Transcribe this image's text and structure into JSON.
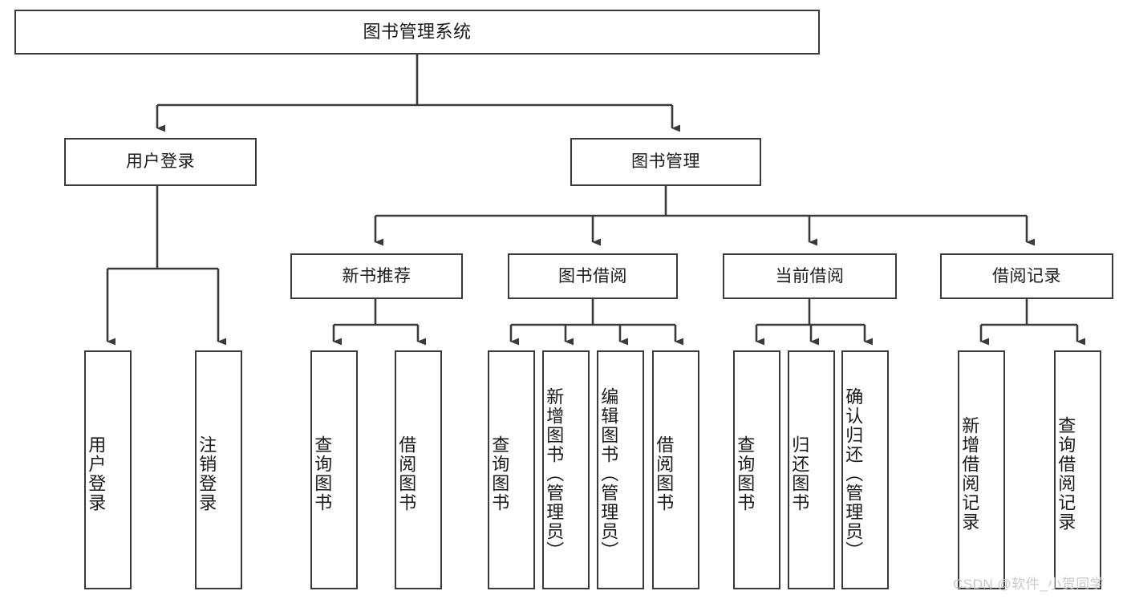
{
  "diagram": {
    "title": "图书管理系统",
    "type": "功能结构图",
    "watermark": "CSDN @软件_小贺同学",
    "colors": {
      "box_border": "#3a3a3a",
      "line": "#3a3a3a",
      "background": "#ffffff",
      "text": "#1a1a1a",
      "watermark": "#c9c9c9"
    },
    "levels": {
      "level1": [
        "图书管理系统"
      ],
      "level2": [
        "用户登录",
        "图书管理"
      ],
      "level3": [
        "新书推荐",
        "图书借阅",
        "当前借阅",
        "借阅记录"
      ],
      "level4_groups": [
        {
          "parent": "用户登录",
          "children": [
            "用户登录",
            "注销登录"
          ]
        },
        {
          "parent": "新书推荐",
          "children": [
            "查询图书",
            "借阅图书"
          ]
        },
        {
          "parent": "图书借阅",
          "children": [
            "查询图书",
            "新增图书（管理员）",
            "编辑图书（管理员）",
            "借阅图书"
          ]
        },
        {
          "parent": "当前借阅",
          "children": [
            "查询图书",
            "归还图书",
            "确认归还（管理员）"
          ]
        },
        {
          "parent": "借阅记录",
          "children": [
            "新增借阅记录",
            "查询借阅记录"
          ]
        }
      ]
    },
    "nodes": {
      "root": "图书管理系统",
      "user_login": "用户登录",
      "book_manage": "图书管理",
      "new_book_rec": "新书推荐",
      "book_borrow": "图书借阅",
      "current_borrow": "当前借阅",
      "borrow_record": "借阅记录",
      "leaf_user_login": "用户登录",
      "leaf_logout": "注销登录",
      "leaf_query_book_1": "查询图书",
      "leaf_borrow_book_1": "借阅图书",
      "leaf_query_book_2": "查询图书",
      "leaf_add_book": "新增图书（管理员）",
      "leaf_edit_book": "编辑图书（管理员）",
      "leaf_borrow_book_2": "借阅图书",
      "leaf_query_book_3": "查询图书",
      "leaf_return_book": "归还图书",
      "leaf_confirm_return": "确认归还（管理员）",
      "leaf_add_record": "新增借阅记录",
      "leaf_query_record": "查询借阅记录"
    }
  }
}
